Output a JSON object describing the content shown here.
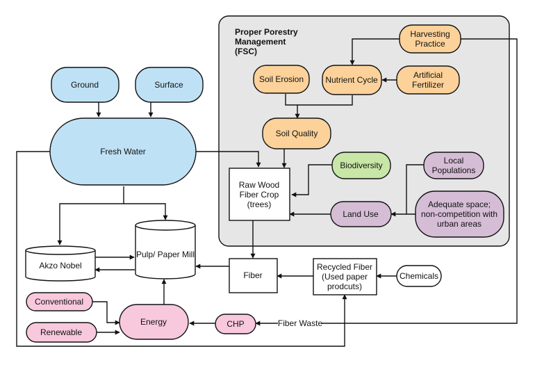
{
  "colors": {
    "water": "#bfe1f5",
    "orange": "#fcd29a",
    "green": "#c8e6a6",
    "purple": "#d5bdd6",
    "pink": "#f8c8dc",
    "white": "#ffffff",
    "region": "#e6e6e6",
    "stroke": "#111111"
  },
  "region": {
    "title": [
      "Proper Porestry",
      "Management",
      "(FSC)"
    ]
  },
  "nodes": {
    "ground": [
      "Ground"
    ],
    "surface": [
      "Surface"
    ],
    "fresh_water": [
      "Fresh Water"
    ],
    "harvesting": [
      "Harvesting",
      "Practice"
    ],
    "soil_erosion": [
      "Soil Erosion"
    ],
    "nutrient_cycle": [
      "Nutrient Cycle"
    ],
    "fertilizer": [
      "Artificial",
      "Fertilizer"
    ],
    "soil_quality": [
      "Soil Quality"
    ],
    "biodiversity": [
      "Biodiversity"
    ],
    "local_pop": [
      "Local",
      "Populations"
    ],
    "raw_wood": [
      "Raw Wood",
      "Fiber Crop",
      "(trees)"
    ],
    "land_use": [
      "Land Use"
    ],
    "adequate_space": [
      "Adequate space;",
      "non-competition with",
      "urban areas"
    ],
    "akzo": [
      "Akzo Nobel"
    ],
    "pulp_mill": [
      "Pulp/ Paper Mill"
    ],
    "fiber": [
      "Fiber"
    ],
    "recycled": [
      "Recycled Fiber",
      "(Used paper",
      "prodcuts)"
    ],
    "chemicals": [
      "Chemicals"
    ],
    "conventional": [
      "Conventional"
    ],
    "renewable": [
      "Renewable"
    ],
    "energy": [
      "Energy"
    ],
    "chp": [
      "CHP"
    ]
  },
  "edge_labels": {
    "fiber_waste": "Fiber Waste"
  }
}
